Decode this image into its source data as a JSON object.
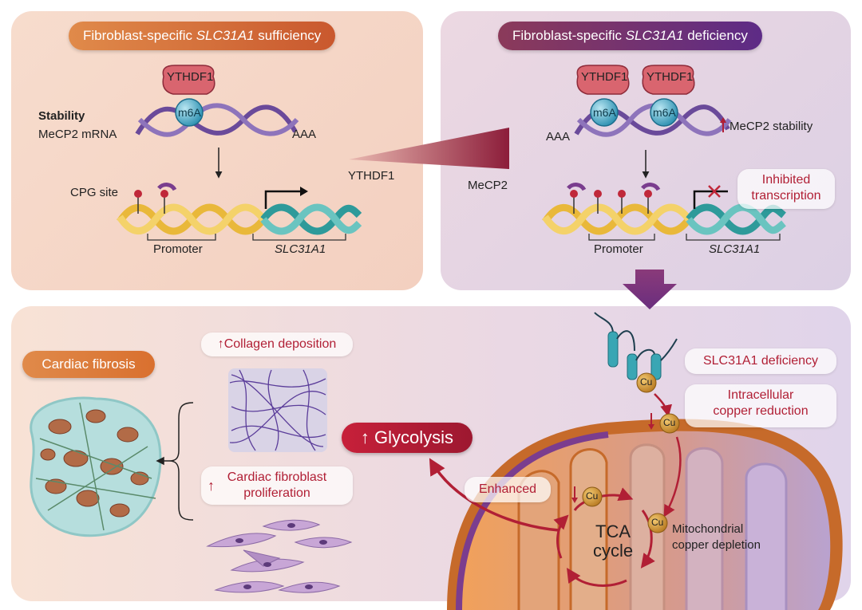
{
  "top_left": {
    "title_prefix": "Fibroblast-specific ",
    "title_gene": "SLC31A1",
    "title_suffix": " sufficiency",
    "stability_label": "Stability",
    "mrna_label": "MeCP2 mRNA",
    "polya_label": "AAA",
    "reader_label": "YTHDF1",
    "mark_label": "m6A",
    "cpg_label": "CPG site",
    "promoter_label": "Promoter",
    "gene_label": "SLC31A1"
  },
  "top_right": {
    "title_prefix": "Fibroblast-specific ",
    "title_gene": "SLC31A1",
    "title_suffix": " deficiency",
    "polya_label": "AAA",
    "reader_label": "YTHDF1",
    "mark_label": "m6A",
    "stability_label": "MeCP2 stability",
    "inhibited_label_line1": "Inhibited",
    "inhibited_label_line2": "transcription",
    "promoter_label": "Promoter",
    "gene_label": "SLC31A1"
  },
  "gradient": {
    "ythdf1_label": "YTHDF1",
    "mecp2_label": "MeCP2"
  },
  "bottom": {
    "cardiac_fibrosis_label": "Cardiac fibrosis",
    "collagen_label": "Collagen deposition",
    "fibroblast_label_line1": "Cardiac fibroblast",
    "fibroblast_label_line2": "proliferation",
    "glycolysis_label": "Glycolysis",
    "enhanced_label": "Enhanced",
    "deficiency_label": "SLC31A1 deficiency",
    "copper_reduction_line1": "Intracellular",
    "copper_reduction_line2": "copper reduction",
    "copper_symbol": "Cu",
    "tca_line1": "TCA",
    "tca_line2": "cycle",
    "mito_depletion_line1": "Mitochondrial",
    "mito_depletion_line2": "copper depletion"
  },
  "colors": {
    "accent_red": "#b11f35",
    "orange": "#d9702f",
    "purple": "#5d2b86",
    "dna_yellow": "#e9b83a",
    "dna_teal": "#3aa6a6"
  }
}
